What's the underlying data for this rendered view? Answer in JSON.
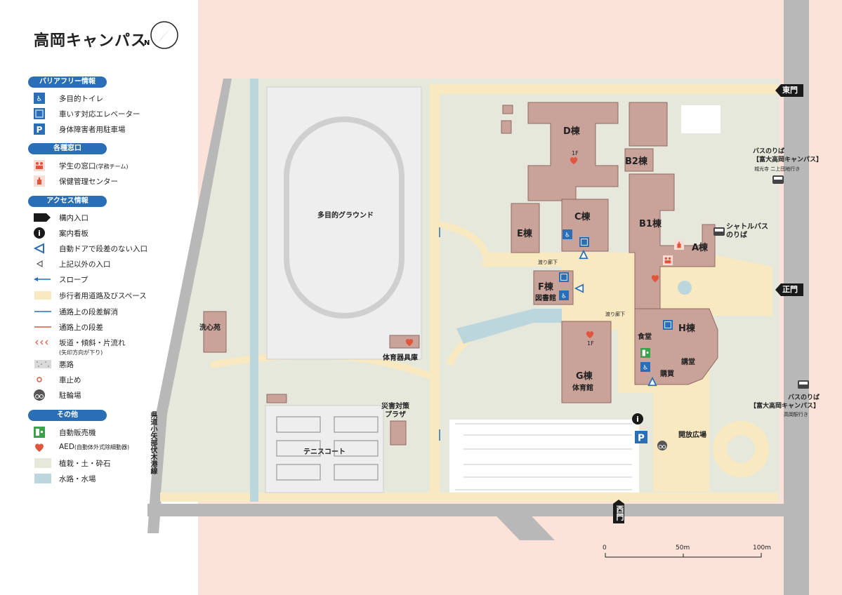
{
  "title": "高岡キャンパス",
  "north_label": "N",
  "legend": {
    "barrier_free": {
      "heading": "バリアフリー情報",
      "items": [
        {
          "icon": "accessible-toilet-icon",
          "label": "多目的トイレ"
        },
        {
          "icon": "wheelchair-elevator-icon",
          "label": "車いす対応エレベーター"
        },
        {
          "icon": "accessible-parking-icon",
          "label": "身体障害者用駐車場"
        }
      ]
    },
    "windows": {
      "heading": "各種窓口",
      "items": [
        {
          "icon": "student-window-icon",
          "label": "学生の窓口",
          "note": "(学務チーム)"
        },
        {
          "icon": "health-center-icon",
          "label": "保健管理センター"
        }
      ]
    },
    "access": {
      "heading": "アクセス情報",
      "items": [
        {
          "icon": "campus-entrance-icon",
          "label": "構内入口"
        },
        {
          "icon": "info-board-icon",
          "label": "案内看板"
        },
        {
          "icon": "auto-door-entrance-icon",
          "label": "自動ドアで段差のない入口"
        },
        {
          "icon": "other-entrance-icon",
          "label": "上記以外の入口"
        },
        {
          "icon": "slope-icon",
          "label": "スロープ"
        },
        {
          "icon": "pedestrian-space-icon",
          "label": "歩行者用道路及びスペース"
        },
        {
          "icon": "step-resolved-icon",
          "label": "通路上の段差解消"
        },
        {
          "icon": "step-icon",
          "label": "通路上の段差"
        },
        {
          "icon": "incline-icon",
          "label": "坂道・傾斜・片流れ",
          "note": "(矢印方向が下り)"
        },
        {
          "icon": "rough-road-icon",
          "label": "悪路"
        },
        {
          "icon": "car-stop-icon",
          "label": "車止め"
        },
        {
          "icon": "bicycle-parking-icon",
          "label": "駐輪場"
        }
      ]
    },
    "other": {
      "heading": "その他",
      "items": [
        {
          "icon": "vending-machine-icon",
          "label": "自動販売機"
        },
        {
          "icon": "aed-icon",
          "label": "AED",
          "note": "(自動体外式除細動器)"
        },
        {
          "icon": "planting-icon",
          "label": "植栽・土・砕石"
        },
        {
          "icon": "water-icon",
          "label": "水路・水場"
        }
      ]
    }
  },
  "map": {
    "buildings": {
      "D": "D棟",
      "B2": "B2棟",
      "C": "C棟",
      "E": "E棟",
      "B1": "B1棟",
      "A": "A棟",
      "F": "F棟",
      "F_sub": "図書館",
      "H": "H棟",
      "G": "G棟",
      "G_sub": "体育館",
      "cafeteria": "食堂",
      "purchase": "購買",
      "lecture": "講堂"
    },
    "places": {
      "ground": "多目的グラウンド",
      "garden": "洗心苑",
      "equipment": "体育器具庫",
      "plaza": "災害対策\nプラザ",
      "tennis": "テニスコート",
      "open_plaza": "開放広場",
      "shuttle": "シャトルバス\nのりば",
      "bus_east": "バスのりば\n【富大高岡キャンパス】",
      "bus_east_note": "城光寺 二上団地行き",
      "bus_south": "バスのりば\n【富大高岡キャンパス】",
      "bus_south_note": "高岡駅行き",
      "road": "県道小矢部伏木港線",
      "corridor1": "渡り廊下",
      "corridor2": "渡り廊下",
      "floor_1f": "1F"
    },
    "gates": {
      "east": "東門",
      "main": "正門",
      "west": "西門"
    },
    "scale": {
      "zero": "0",
      "mid": "50m",
      "max": "100m"
    }
  },
  "colors": {
    "background_pink": "#fbe3d9",
    "building": "#c9a29a",
    "planting": "#e5e8da",
    "water": "#bcd6de",
    "pedestrian": "#f8e9c0",
    "road": "#b6b6b6",
    "accent_blue": "#2a6fb5",
    "step_red": "#e0553c"
  }
}
